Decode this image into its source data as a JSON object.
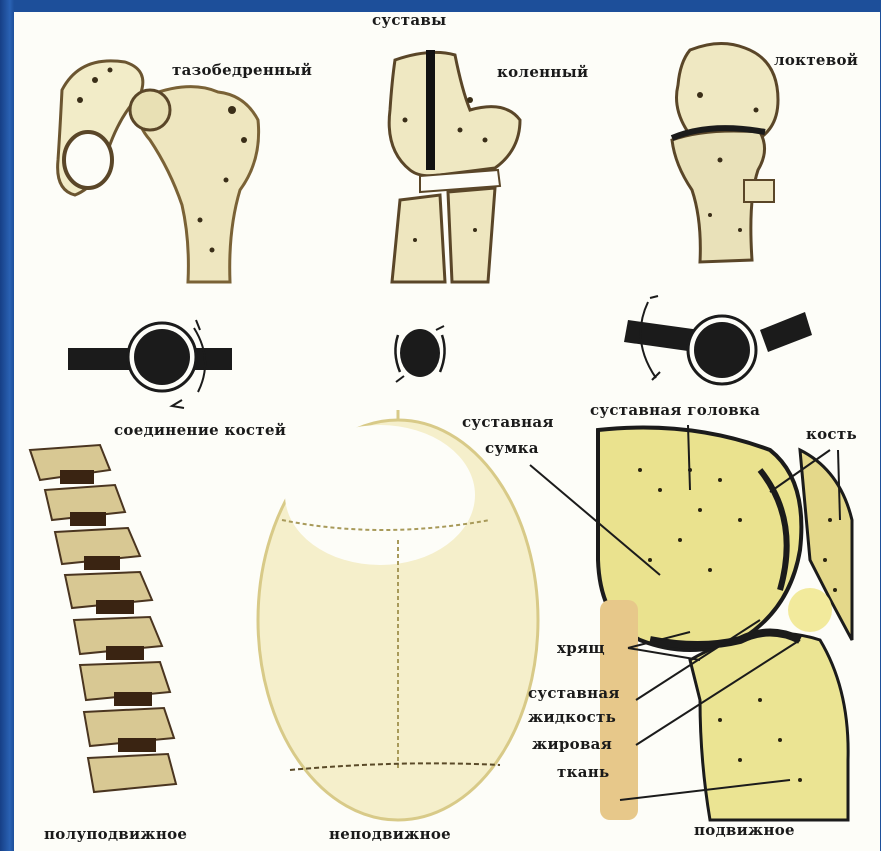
{
  "title": "суставы",
  "joints": {
    "hip": "тазобедренный",
    "knee": "коленный",
    "elbow": "локтевой"
  },
  "middle_label": "соединение костей",
  "bottom": {
    "semi_movable": "полуподвижное",
    "fixed": "неподвижное",
    "movable": "подвижное"
  },
  "parts": {
    "capsule_line1": "суставная",
    "capsule_line2": "сумка",
    "head": "суставная головка",
    "bone": "кость",
    "cartilage": "хрящ",
    "fluid_line1": "суставная",
    "fluid_line2": "жидкость",
    "fat_line1": "жировая",
    "fat_line2": "ткань"
  },
  "colors": {
    "background_blue": "#1d4f9a",
    "bone_yellow": "#e9dc8f",
    "bone_cream": "#f3edc8",
    "dark": "#1b1b1b",
    "spine_brown": "#6b4a2a"
  }
}
